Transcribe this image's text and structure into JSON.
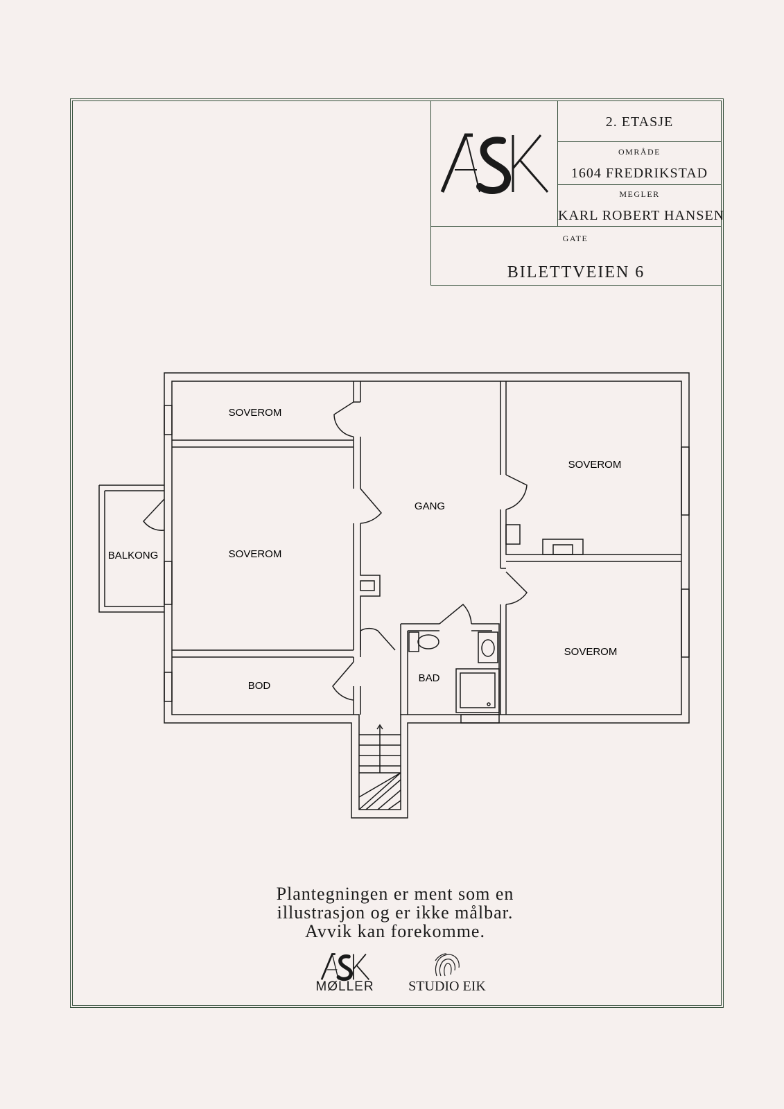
{
  "title_block": {
    "logo": "ASK",
    "floor": "2. ETASJE",
    "area_label": "OMRÅDE",
    "area_value": "1604 FREDRIKSTAD",
    "broker_label": "MEGLER",
    "broker_value": "KARL ROBERT HANSEN",
    "street_label": "GATE",
    "street_value": "BILETTVEIEN 6"
  },
  "rooms": {
    "soverom_top_left": "SOVEROM",
    "soverom_left": "SOVEROM",
    "balkong": "BALKONG",
    "gang": "GANG",
    "soverom_top_right": "SOVEROM",
    "soverom_bottom_right": "SOVEROM",
    "bod": "BOD",
    "bad": "BAD"
  },
  "disclaimer": {
    "line1": "Plantegningen er ment som en",
    "line2": "illustrasjon og er ikke målbar.",
    "line3": "Avvik kan forekomme."
  },
  "footer_logos": {
    "ask_main": "ASK",
    "ask_sub": "MØLLER",
    "studio": "STUDIO EIK"
  },
  "colors": {
    "background": "#f6f0ee",
    "frame": "#2f4a35",
    "ink": "#1a1a1a"
  }
}
